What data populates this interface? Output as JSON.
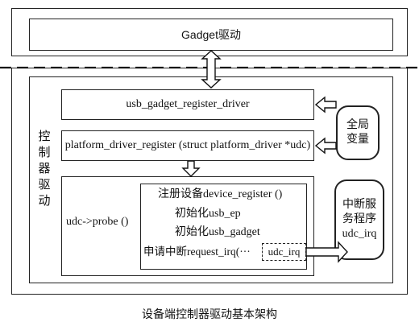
{
  "gadget_driver": {
    "label": "Gadget驱动"
  },
  "controller": {
    "side_label": "控制器驱动",
    "usb_gadget_register_driver": "usb_gadget_register_driver",
    "platform_driver_register": "platform_driver_register (struct platform_driver *udc)",
    "probe": {
      "label": "udc->probe ()",
      "calls": [
        "注册设备device_register ()",
        "初始化usb_ep",
        "初始化usb_gadget"
      ],
      "request_irq": "申请中断request_irq(···",
      "udc_irq": "udc_irq"
    }
  },
  "global_vars": {
    "label": "全局变量"
  },
  "isr": {
    "lines": [
      "中断服",
      "务程序",
      "udc_irq"
    ]
  },
  "caption": "设备端控制器驱动基本架构"
}
